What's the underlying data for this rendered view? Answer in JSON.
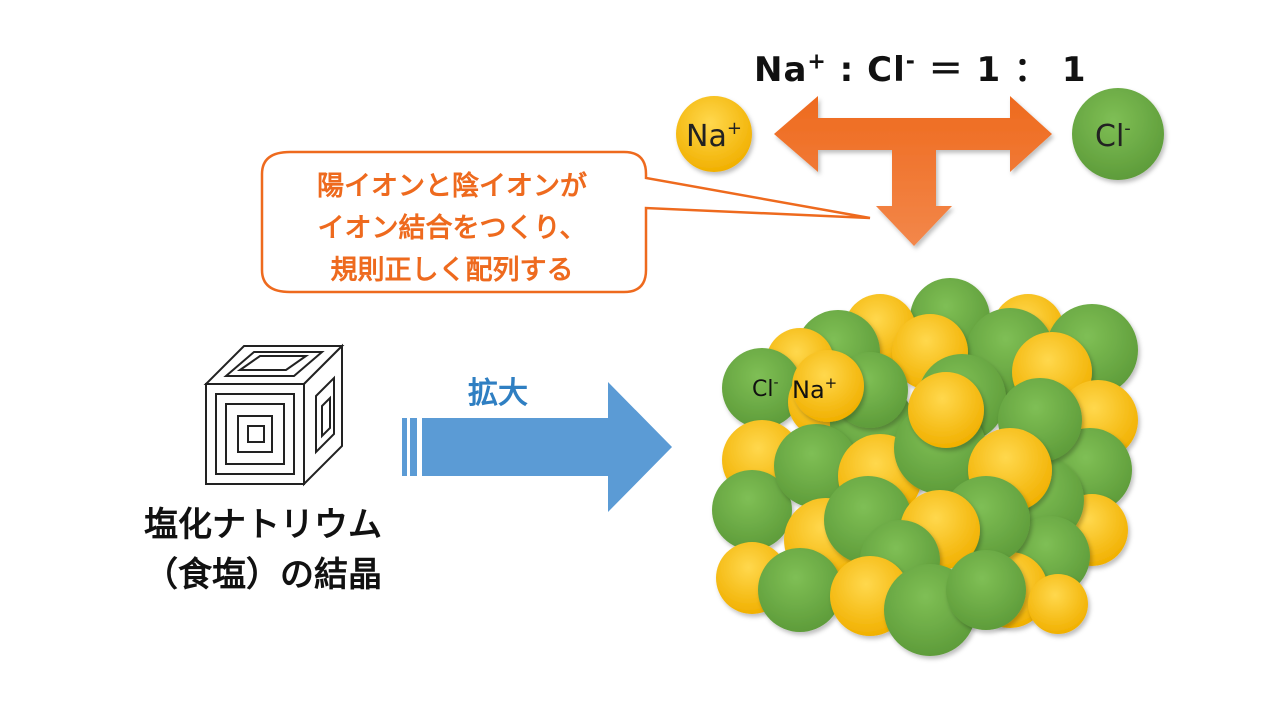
{
  "ratio": {
    "na": "Na",
    "na_sup": "+",
    "colon1": " : ",
    "cl": "Cl",
    "cl_sup": "-",
    "rest": " ＝ 1 ： 1"
  },
  "ions": {
    "na_label": "Na",
    "na_sup": "+",
    "cl_label": "Cl",
    "cl_sup": "-"
  },
  "callout": {
    "lines": [
      "陽イオンと陰イオンが",
      "イオン結合をつくり、",
      "規則正しく配列する"
    ]
  },
  "enlarge_label": "拡大",
  "crystal_label": {
    "line1": "塩化ナトリウム",
    "line2": "（食塩）の結晶"
  },
  "lattice_labels": {
    "cl": "Cl",
    "cl_sup": "-",
    "na": "Na",
    "na_sup": "+"
  },
  "colors": {
    "na_yellow": "#f7bd12",
    "cl_green": "#6aa845",
    "arrow_orange": "#ee6a1e",
    "arrow_blue": "#5b9bd5",
    "callout_orange": "#ee6a1e"
  }
}
